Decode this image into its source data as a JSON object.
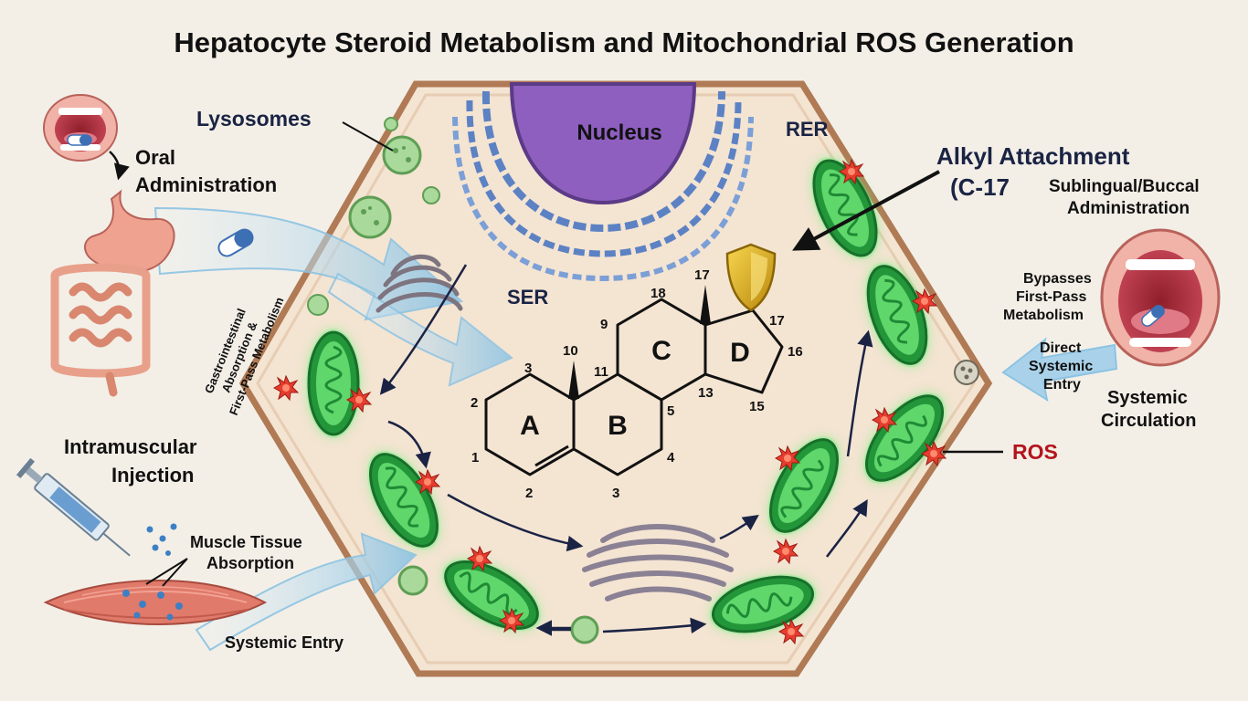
{
  "title": "Hepatocyte Steroid Metabolism and Mitochondrial ROS Generation",
  "labels": {
    "lysosomes": "Lysosomes",
    "nucleus": "Nucleus",
    "rer": "RER",
    "ser": "SER",
    "oral_line1": "Oral",
    "oral_line2": "Administration",
    "gi_line1": "Gastrointestinal",
    "gi_line2": "Absorption &",
    "gi_line3": "First-Pass Metabolism",
    "im_line1": "Intramuscular",
    "im_line2": "Injection",
    "muscle_line1": "Muscle Tissue",
    "muscle_line2": "Absorption",
    "systemic_entry": "Systemic Entry",
    "alkyl_line1": "Alkyl Attachment",
    "alkyl_line2": "(C-17",
    "sub_line1": "Sublingual/Buccal",
    "sub_line2": "Administration",
    "bypass_line1": "Bypasses",
    "bypass_line2": "First-Pass",
    "bypass_line3": "Metabolism",
    "direct_line1": "Direct",
    "direct_line2": "Systemic",
    "direct_line3": "Entry",
    "circ_line1": "Systemic",
    "circ_line2": "Circulation",
    "ros": "ROS"
  },
  "steroid": {
    "rings": [
      "A",
      "B",
      "C",
      "D"
    ],
    "numbers": [
      "1",
      "2",
      "3",
      "2",
      "3",
      "4",
      "5",
      "9",
      "10",
      "11",
      "13",
      "15",
      "16",
      "17",
      "17",
      "18"
    ]
  },
  "colors": {
    "cell_fill": "#f4e4d2",
    "cell_border": "#b07a55",
    "nucleus": "#8e5fbf",
    "er": "#5c82c4",
    "mito_outer": "#2f9f3f",
    "mito_glow": "#6cf07a",
    "ros": "#e53d2e",
    "ros_label": "#b3141b",
    "shield": "#e0b01d",
    "arrow_blue": "#a9d2ea",
    "title": "#111111",
    "dark_navy": "#1a2344"
  },
  "icons": [
    "mouth-icon",
    "pill-icon",
    "stomach-icon",
    "intestine-icon",
    "syringe-icon",
    "muscle-icon",
    "shield-icon"
  ]
}
